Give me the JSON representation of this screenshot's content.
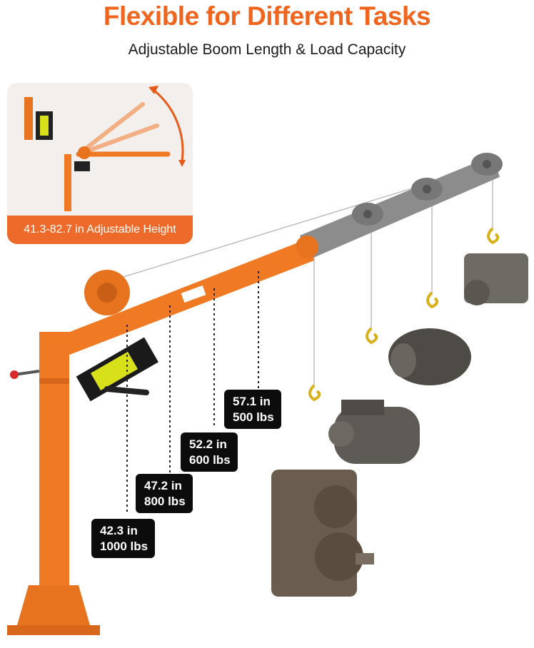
{
  "header": {
    "title": "Flexible for Different Tasks",
    "subtitle": "Adjustable Boom Length & Load Capacity"
  },
  "inset": {
    "banner": "41.3-82.7 in Adjustable Height"
  },
  "positions": [
    {
      "length": "42.3 in",
      "capacity": "1000 lbs"
    },
    {
      "length": "47.2 in",
      "capacity": "800 lbs"
    },
    {
      "length": "52.2 in",
      "capacity": "600 lbs"
    },
    {
      "length": "57.1 in",
      "capacity": "500 lbs"
    }
  ],
  "colors": {
    "accent": "#f0641e",
    "crane_orange": "#f07a24",
    "boom_gray": "#8a8a8a",
    "label_bg": "#0c0c0c"
  }
}
